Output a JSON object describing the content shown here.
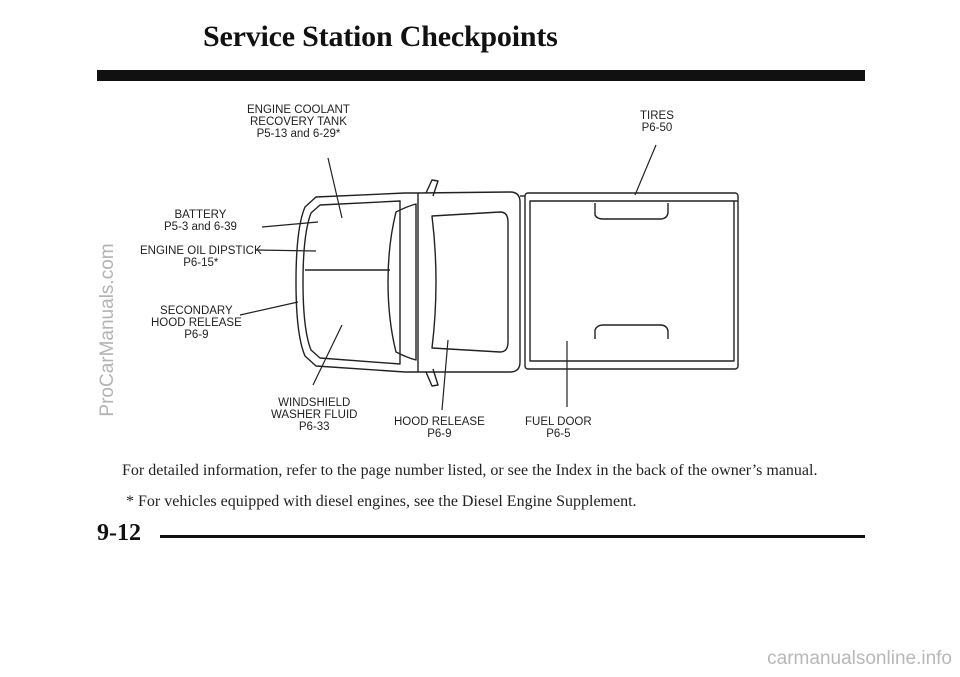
{
  "page": {
    "title": "Service Station Checkpoints",
    "page_number": "9-12"
  },
  "labels": {
    "coolant": {
      "line1": "ENGINE COOLANT",
      "line2": "RECOVERY TANK",
      "line3": "P5-13 and 6-29*"
    },
    "tires": {
      "line1": "TIRES",
      "line2": "P6-50"
    },
    "battery": {
      "line1": "BATTERY",
      "line2": "P5-3 and 6-39"
    },
    "dipstick": {
      "line1": "ENGINE OIL DIPSTICK",
      "line2": "P6-15*"
    },
    "secondary_release": {
      "line1": "SECONDARY",
      "line2": "HOOD RELEASE",
      "line3": "P6-9"
    },
    "washer": {
      "line1": "WINDSHIELD",
      "line2": "WASHER FLUID",
      "line3": "P6-33"
    },
    "hood_release": {
      "line1": "HOOD RELEASE",
      "line2": "P6-9"
    },
    "fuel_door": {
      "line1": "FUEL DOOR",
      "line2": "P6-5"
    }
  },
  "notes": {
    "detail": "For detailed information, refer to the page number listed, or see the Index in the back of the owner’s manual.",
    "diesel": "* For vehicles equipped with diesel engines, see the Diesel Engine Supplement."
  },
  "watermarks": {
    "left": "ProCarManuals.com",
    "bottom": "carmanualsonline.info"
  }
}
